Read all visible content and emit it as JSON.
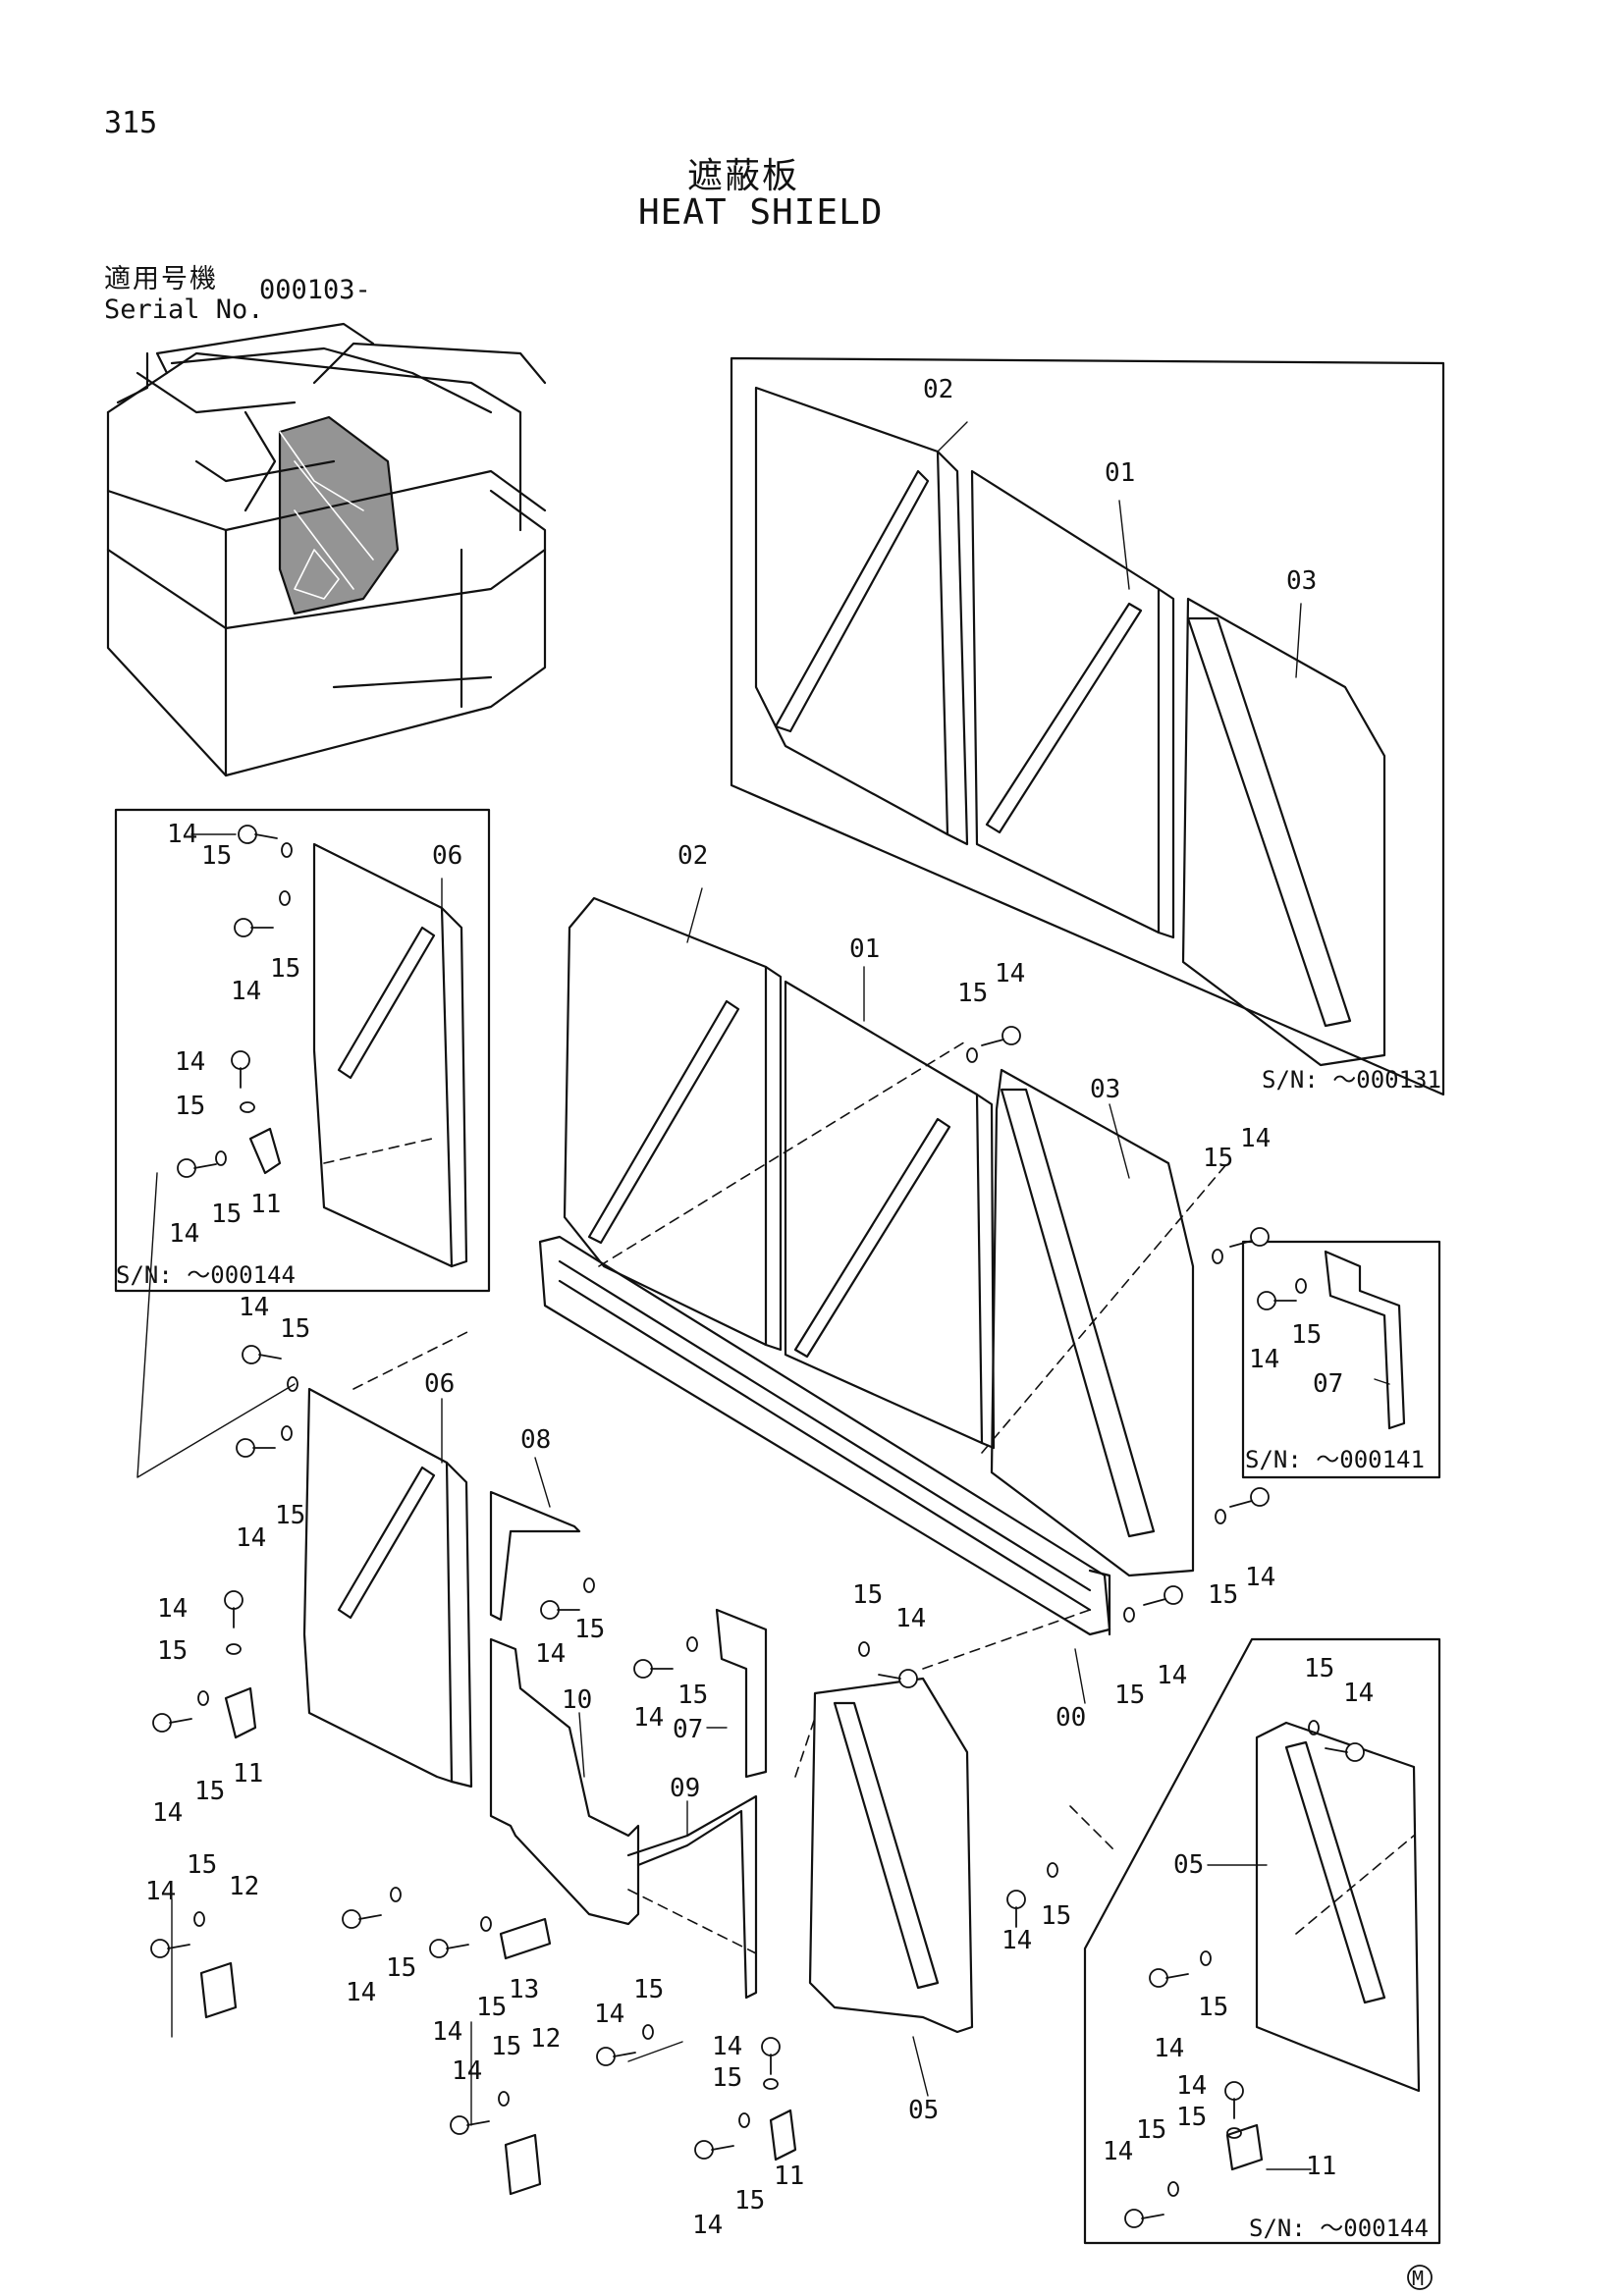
{
  "page_number": "315",
  "title_jp": "遮蔽板",
  "title_en": "HEAT SHIELD",
  "serial_label_jp": "適用号機",
  "serial_label_en": "Serial No.",
  "serial_value": "000103-",
  "callouts": {
    "c00": "00",
    "c01": "01",
    "c02": "02",
    "c03": "03",
    "c05": "05",
    "c06": "06",
    "c07": "07",
    "c08": "08",
    "c09": "09",
    "c10": "10",
    "c11": "11",
    "c12": "12",
    "c13": "13",
    "c14": "14",
    "c15": "15"
  },
  "insets": {
    "top_right": "S/N: ～000131",
    "left": "S/N: ～000144",
    "right_small": "S/N: ～000141",
    "bottom_right": "S/N: ～000144"
  },
  "mark": "M"
}
